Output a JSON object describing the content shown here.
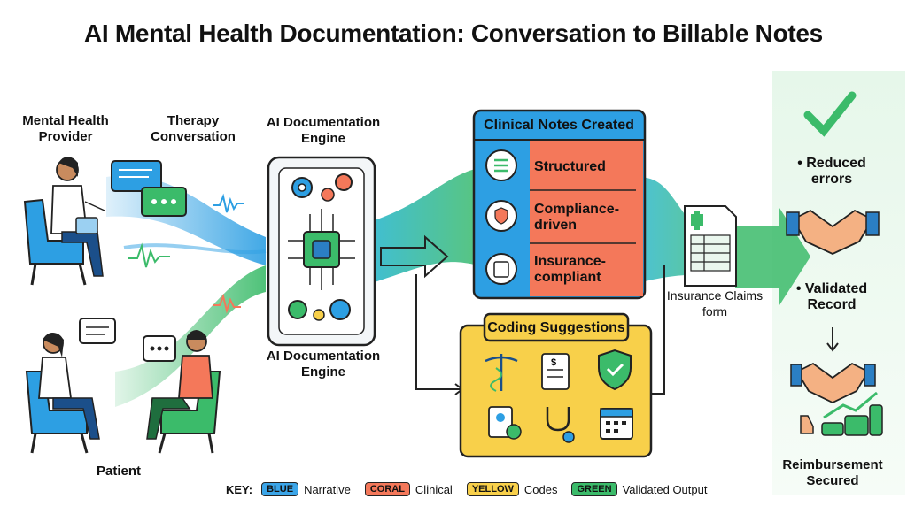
{
  "title": "AI Mental Health Documentation: Conversation to Billable Notes",
  "provider_label": "Mental Health Provider",
  "conversation_label": "Therapy Conversation",
  "patient_label": "Patient",
  "engine_label_top": "AI Documentation Engine",
  "engine_label_bottom": "AI Documentation Engine",
  "clinical_notes": {
    "title": "Clinical Notes Created",
    "items": [
      "Structured",
      "Compliance-driven",
      "Insurance-compliant"
    ]
  },
  "coding": {
    "title": "Coding Suggestions"
  },
  "claims_label": "Insurance Claims form",
  "outcomes": {
    "reduced": "• Reduced errors",
    "validated": "• Validated Record",
    "reimbursement": "Reimbursement Secured"
  },
  "key": {
    "label": "KEY:",
    "items": [
      {
        "chip": "BLUE",
        "text": "Narrative",
        "color": "#3ba5e8"
      },
      {
        "chip": "CORAL",
        "text": "Clinical",
        "color": "#f4785a"
      },
      {
        "chip": "YELLOW",
        "text": "Codes",
        "color": "#f8d04a"
      },
      {
        "chip": "GREEN",
        "text": "Validated Output",
        "color": "#3bbb6a"
      }
    ]
  },
  "colors": {
    "blue": "#2d9fe3",
    "coral": "#f4785a",
    "yellow": "#f8d04a",
    "green": "#3bbb6a"
  }
}
